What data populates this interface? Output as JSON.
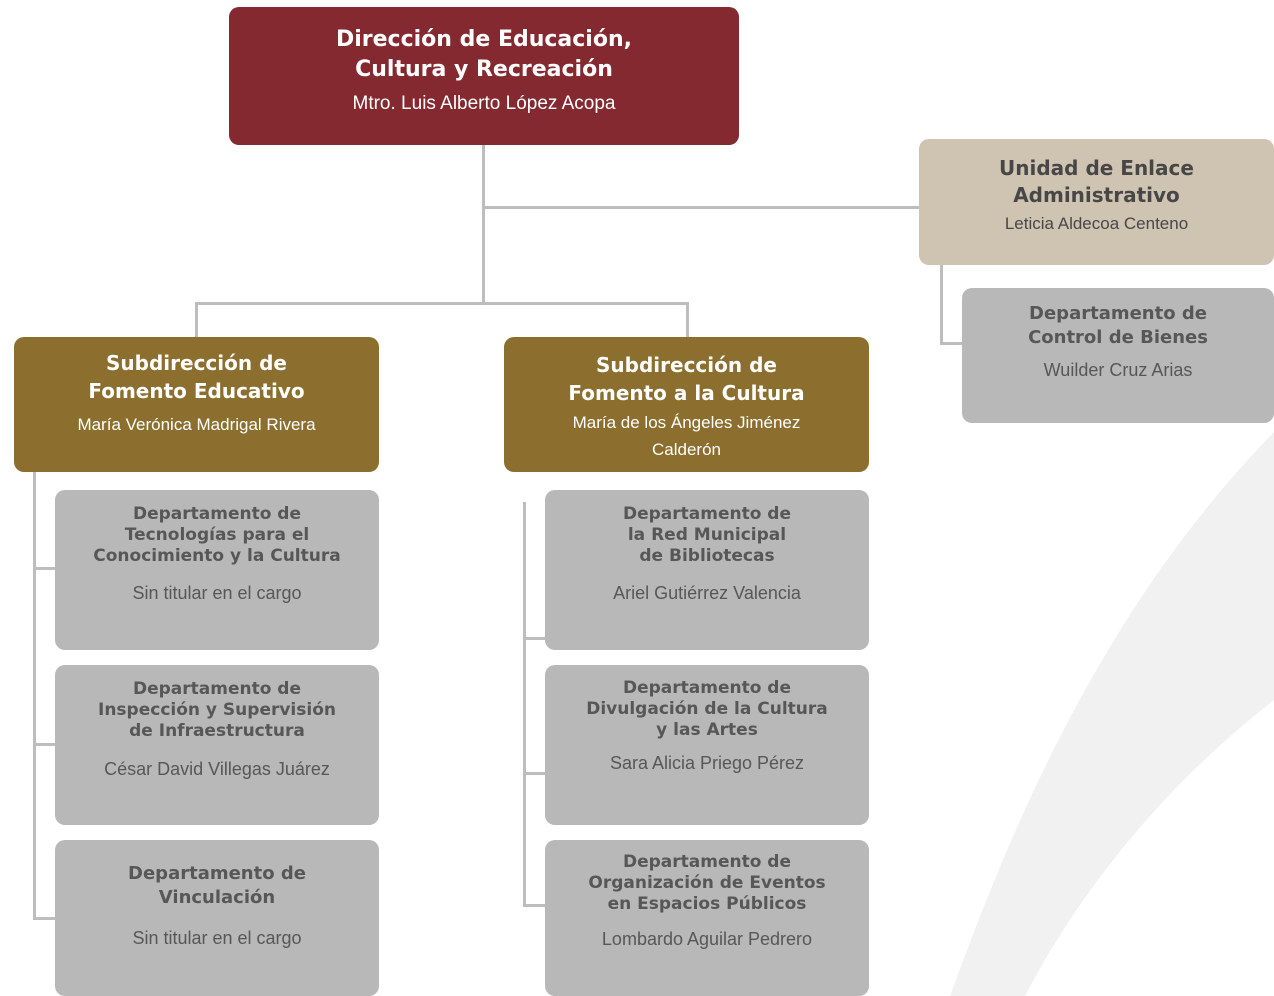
{
  "organigram": {
    "director": {
      "title_line1": "Dirección de Educación,",
      "title_line2": "Cultura y Recreación",
      "holder": "Mtro. Luis Alberto López Acopa"
    },
    "unidad_enlace": {
      "title_line1": "Unidad de Enlace",
      "title_line2": "Administrativo",
      "holder": "Leticia Aldecoa Centeno",
      "departments": [
        {
          "title_line1": "Departamento de",
          "title_line2": "Control de Bienes",
          "holder": "Wuilder Cruz Arias"
        }
      ]
    },
    "subdirecciones": [
      {
        "title_line1": "Subdirección de",
        "title_line2": "Fomento Educativo",
        "holder": "María Verónica Madrigal Rivera",
        "departments": [
          {
            "title_line1": "Departamento de",
            "title_line2": "Tecnologías para el",
            "title_line3": "Conocimiento y la Cultura",
            "holder": "Sin titular en el cargo"
          },
          {
            "title_line1": "Departamento de",
            "title_line2": "Inspección y Supervisión",
            "title_line3": "de Infraestructura",
            "holder": "César David Villegas Juárez"
          },
          {
            "title_line1": "Departamento de",
            "title_line2": "Vinculación",
            "holder": "Sin titular en el cargo"
          }
        ]
      },
      {
        "title_line1": "Subdirección de",
        "title_line2": "Fomento a la Cultura",
        "holder": "María de los Ángeles Jiménez Calderón",
        "departments": [
          {
            "title_line1": "Departamento de",
            "title_line2": "la Red Municipal",
            "title_line3": "de Bibliotecas",
            "holder": "Ariel Gutiérrez Valencia"
          },
          {
            "title_line1": "Departamento de",
            "title_line2": "Divulgación de la Cultura",
            "title_line3": "y las Artes",
            "holder": "Sara Alicia Priego Pérez"
          },
          {
            "title_line1": "Departamento de",
            "title_line2": "Organización de Eventos",
            "title_line3": "en Espacios Públicos",
            "holder": "Lombardo Aguilar Pedrero"
          }
        ]
      }
    ]
  },
  "colors": {
    "director": "#84292f",
    "subdireccion": "#8c6e2e",
    "unidad": "#cfc3b2",
    "departamento": "#b8b8b8",
    "connector": "#bdbdbd",
    "background_shape": "#f1f1f1"
  }
}
